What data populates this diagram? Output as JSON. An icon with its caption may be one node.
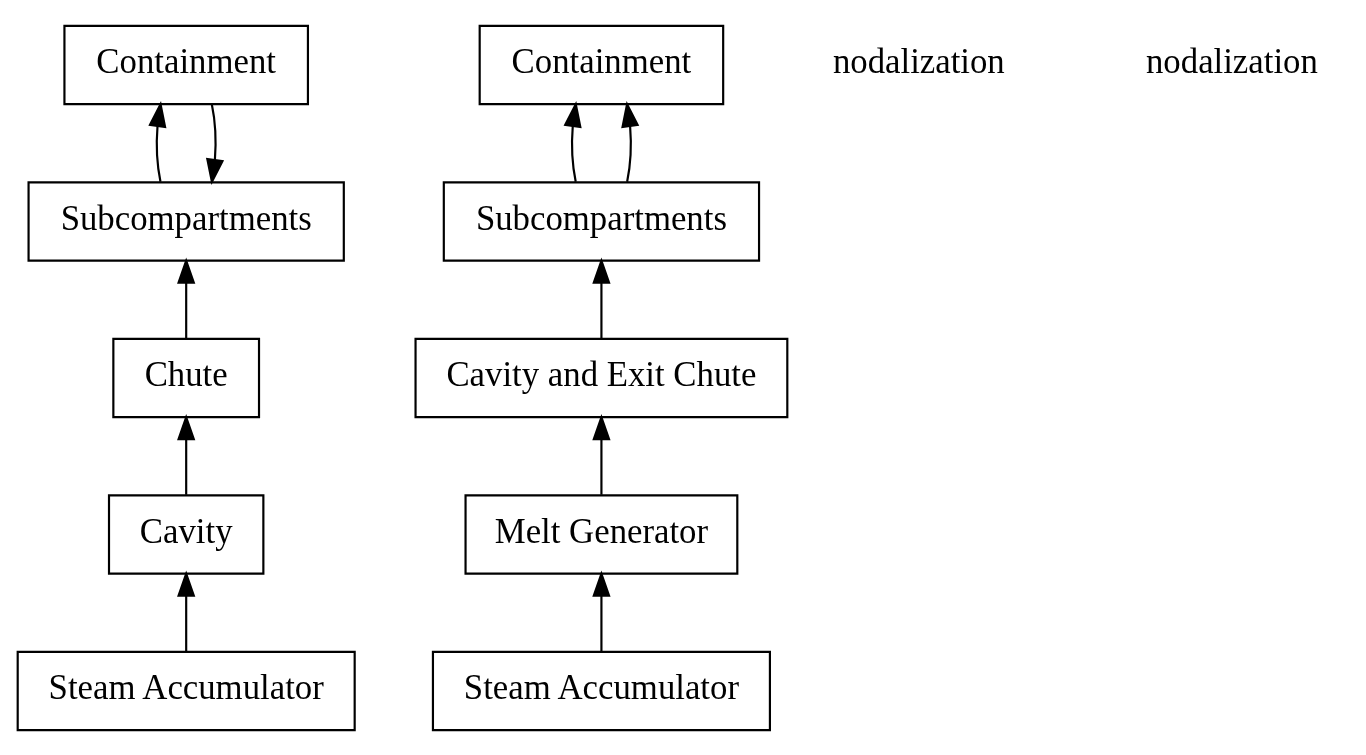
{
  "diagram": {
    "nodes": [
      {
        "text": [
          "Containment"
        ]
      },
      {
        "text": [
          "Subcompartments"
        ]
      },
      {
        "text": [
          "Steam Accumulator"
        ]
      },
      {
        "text": [
          "Cavity"
        ]
      },
      {
        "text": [
          "Chute"
        ]
      },
      {
        "text": [
          "Containment"
        ]
      },
      {
        "text": [
          "Subcompartments"
        ]
      },
      {
        "text": [
          "Steam Accumulator"
        ]
      },
      {
        "text": [
          "Melt Generator"
        ]
      },
      {
        "text": [
          "Cavity and Exit Chute"
        ]
      }
    ],
    "edges": [
      {
        "from": 1,
        "to": 0,
        "arrow": "to"
      },
      {
        "from": 0,
        "to": 1,
        "arrow": "to"
      },
      {
        "from": 4,
        "to": 1,
        "arrow": "to"
      },
      {
        "from": 2,
        "to": 3,
        "arrow": "to"
      },
      {
        "from": 3,
        "to": 4,
        "arrow": "to"
      },
      {
        "from": 6,
        "to": 5,
        "arrow": "to"
      },
      {
        "from": 6,
        "to": 5,
        "arrow": "to"
      },
      {
        "from": 7,
        "to": 8,
        "arrow": "to"
      },
      {
        "from": 8,
        "to": 9,
        "arrow": "to"
      },
      {
        "from": 9,
        "to": 6,
        "arrow": "to"
      }
    ],
    "labels": [
      "nodalization",
      "nodalization"
    ]
  }
}
